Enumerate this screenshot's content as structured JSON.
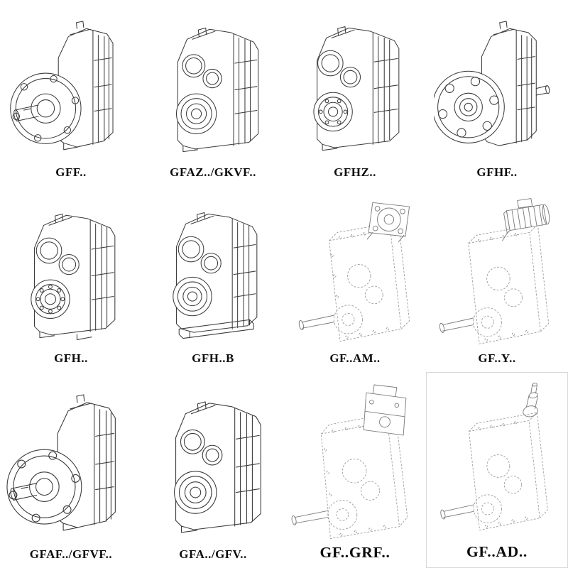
{
  "page": {
    "kind": "gear-reducer-catalog-sheet",
    "background_color": "#ffffff",
    "line_color": "#3a3a3a",
    "ghost_line_color": "#989898"
  },
  "catalog": {
    "items": [
      {
        "label": "GFF.."
      },
      {
        "label": "GFAZ../GKVF.."
      },
      {
        "label": "GFHZ.."
      },
      {
        "label": "GFHF.."
      },
      {
        "label": "GFH.."
      },
      {
        "label": "GFH..B"
      },
      {
        "label": "GF..AM.."
      },
      {
        "label": "GF..Y.."
      },
      {
        "label": "GFAF../GFVF.."
      },
      {
        "label": "GFA../GFV.."
      },
      {
        "label": "GF..GRF.."
      },
      {
        "label": "GF..AD.."
      }
    ]
  }
}
